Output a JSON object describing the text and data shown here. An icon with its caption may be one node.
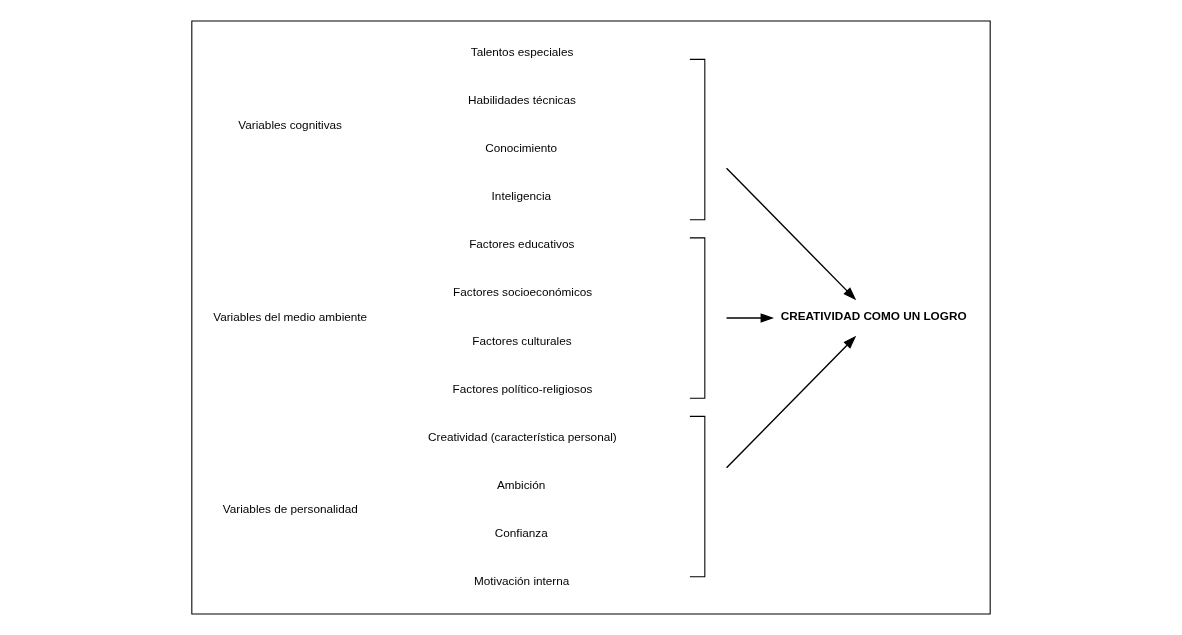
{
  "diagram": {
    "nodes": [
      {
        "text": [],
        "shape": "box"
      },
      {
        "text": [
          "Variables cognitivas"
        ],
        "in": 0
      },
      {
        "text": [
          "Inteligencia"
        ],
        "in": 0
      },
      {
        "text": [
          "Conocimiento"
        ],
        "in": 0
      },
      {
        "text": [
          "Habilidades técnicas"
        ],
        "in": 0
      },
      {
        "text": [
          "Talentos especiales"
        ],
        "in": 0
      },
      {
        "text": [],
        "shape": "bracket",
        "in": 0
      },
      {
        "text": [
          "Variables del medio ambiente"
        ],
        "in": 0
      },
      {
        "text": [
          "Factores político-religiosos"
        ],
        "in": 0
      },
      {
        "text": [
          "Factores culturales"
        ],
        "in": 0
      },
      {
        "text": [
          "Factores socioeconómicos"
        ],
        "in": 0
      },
      {
        "text": [
          "Factores educativos"
        ],
        "in": 0
      },
      {
        "text": [],
        "shape": "bracket",
        "in": 0
      },
      {
        "text": [
          "Variables de personalidad"
        ],
        "in": 0
      },
      {
        "text": [
          "Motivación interna"
        ],
        "in": 0
      },
      {
        "text": [
          "Confianza"
        ],
        "in": 0
      },
      {
        "text": [
          "Ambición"
        ],
        "in": 0
      },
      {
        "text": [
          "Creatividad (característica personal)"
        ],
        "in": 0
      },
      {
        "text": [],
        "shape": "bracket",
        "in": 0
      },
      {
        "text": [
          "CREATIVIDAD COMO UN LOGRO"
        ],
        "in": 0
      }
    ],
    "edges": [
      {
        "from": 6,
        "to": 19,
        "arrow": "to"
      },
      {
        "from": 12,
        "to": 19,
        "arrow": "to"
      },
      {
        "from": 18,
        "to": 19,
        "arrow": "to"
      }
    ]
  }
}
